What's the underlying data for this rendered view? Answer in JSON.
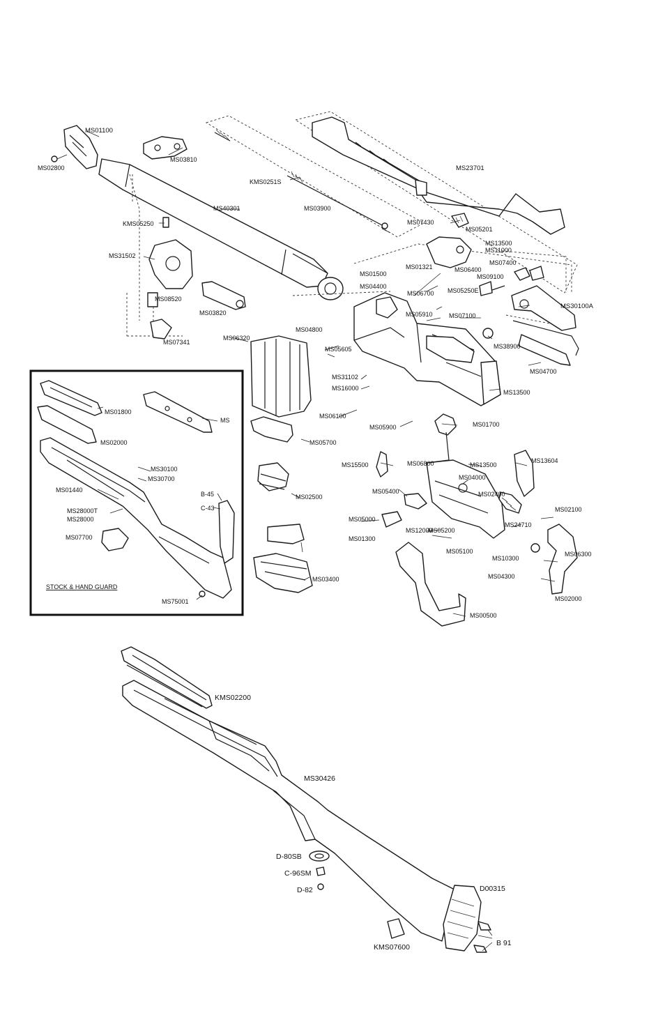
{
  "labels_top": [
    {
      "id": "ms01100",
      "text": "MS01100"
    },
    {
      "id": "ms02800",
      "text": "MS02800"
    },
    {
      "id": "ms03810",
      "text": "MS03810"
    },
    {
      "id": "kms0251s",
      "text": "KMS0251S"
    },
    {
      "id": "ms23701",
      "text": "MS23701"
    },
    {
      "id": "ms40301",
      "text": "MS40301"
    },
    {
      "id": "ms03900",
      "text": "MS03900"
    },
    {
      "id": "kms05250",
      "text": "KMS05250"
    },
    {
      "id": "ms07430",
      "text": "MS07430"
    },
    {
      "id": "ms05201",
      "text": "MS05201"
    },
    {
      "id": "ms31502",
      "text": "MS31502"
    },
    {
      "id": "ms13500",
      "text": "MS13500"
    },
    {
      "id": "ms11000",
      "text": "MS11000"
    },
    {
      "id": "ms01321",
      "text": "MS01321"
    },
    {
      "id": "ms07400",
      "text": "MS07400"
    },
    {
      "id": "ms06400",
      "text": "MS06400"
    },
    {
      "id": "ms09100",
      "text": "MS09100"
    },
    {
      "id": "ms05250e",
      "text": "MS05250E"
    },
    {
      "id": "ms01500",
      "text": "MS01500"
    },
    {
      "id": "ms04400",
      "text": "MS04400"
    },
    {
      "id": "ms30100a",
      "text": "MS30100A"
    },
    {
      "id": "ms08520",
      "text": "MS08520"
    },
    {
      "id": "ms03820",
      "text": "MS03820"
    },
    {
      "id": "ms06700",
      "text": "MS06700"
    },
    {
      "id": "ms05910",
      "text": "MS05910"
    },
    {
      "id": "ms07100",
      "text": "MS07100"
    },
    {
      "id": "ms04800",
      "text": "MS04800"
    },
    {
      "id": "ms06320",
      "text": "MS06320"
    },
    {
      "id": "ms38900",
      "text": "MS38900"
    },
    {
      "id": "ms07341",
      "text": "MS07341"
    },
    {
      "id": "ms04700",
      "text": "MS04700"
    },
    {
      "id": "ms05605",
      "text": "MS05605"
    },
    {
      "id": "ms31102",
      "text": "MS31102"
    },
    {
      "id": "ms13500b",
      "text": "MS13500"
    },
    {
      "id": "ms16000",
      "text": "MS16000"
    },
    {
      "id": "ms06100",
      "text": "MS06100"
    },
    {
      "id": "ms05900",
      "text": "MS05900"
    },
    {
      "id": "ms05700",
      "text": "MS05700"
    },
    {
      "id": "ms01700",
      "text": "MS01700"
    },
    {
      "id": "ms15500",
      "text": "MS15500"
    },
    {
      "id": "ms06800",
      "text": "MS06800"
    },
    {
      "id": "ms13500c",
      "text": "MS13500"
    },
    {
      "id": "ms02500",
      "text": "MS02500"
    },
    {
      "id": "ms04000",
      "text": "MS04000"
    },
    {
      "id": "ms13604",
      "text": "MS13604"
    },
    {
      "id": "ms05400",
      "text": "MS05400"
    },
    {
      "id": "ms02400",
      "text": "MS02400"
    },
    {
      "id": "ms05000",
      "text": "MS05000"
    },
    {
      "id": "ms24710",
      "text": "MS24710"
    },
    {
      "id": "ms01300",
      "text": "MS01300"
    },
    {
      "id": "ms02100",
      "text": "MS02100"
    },
    {
      "id": "ms12000",
      "text": "MS12000"
    },
    {
      "id": "ms05200",
      "text": "MS05200"
    },
    {
      "id": "ms05100",
      "text": "MS05100"
    },
    {
      "id": "ms03400",
      "text": "MS03400"
    },
    {
      "id": "ms10300",
      "text": "MS10300"
    },
    {
      "id": "ms06300",
      "text": "MS06300"
    },
    {
      "id": "ms04300",
      "text": "MS04300"
    },
    {
      "id": "ms02000",
      "text": "MS02000"
    },
    {
      "id": "ms00500",
      "text": "MS00500"
    }
  ],
  "inset": {
    "title": "STOCK & HAND GUARD",
    "labels": [
      {
        "id": "in-ms01800",
        "text": "MS01800"
      },
      {
        "id": "in-ms",
        "text": "MS"
      },
      {
        "id": "in-ms02000",
        "text": "MS02000"
      },
      {
        "id": "in-ms30100",
        "text": "MS30100"
      },
      {
        "id": "in-ms30700",
        "text": "MS30700"
      },
      {
        "id": "in-ms01440",
        "text": "MS01440"
      },
      {
        "id": "in-ms28000t",
        "text": "MS28000T"
      },
      {
        "id": "in-ms28000",
        "text": "MS28000"
      },
      {
        "id": "in-ms07700",
        "text": "MS07700"
      },
      {
        "id": "in-b45",
        "text": "B-45"
      },
      {
        "id": "in-c43",
        "text": "C-43"
      },
      {
        "id": "in-ms75001",
        "text": "MS75001"
      }
    ]
  },
  "labels_bottom": [
    {
      "id": "kms02200",
      "text": "KMS02200"
    },
    {
      "id": "ms30426",
      "text": "MS30426"
    },
    {
      "id": "d80sb",
      "text": "D-80SB"
    },
    {
      "id": "c96sm",
      "text": "C-96SM"
    },
    {
      "id": "d82",
      "text": "D-82"
    },
    {
      "id": "d00315",
      "text": "D00315"
    },
    {
      "id": "kms07600",
      "text": "KMS07600"
    },
    {
      "id": "b91",
      "text": "B 91"
    }
  ]
}
